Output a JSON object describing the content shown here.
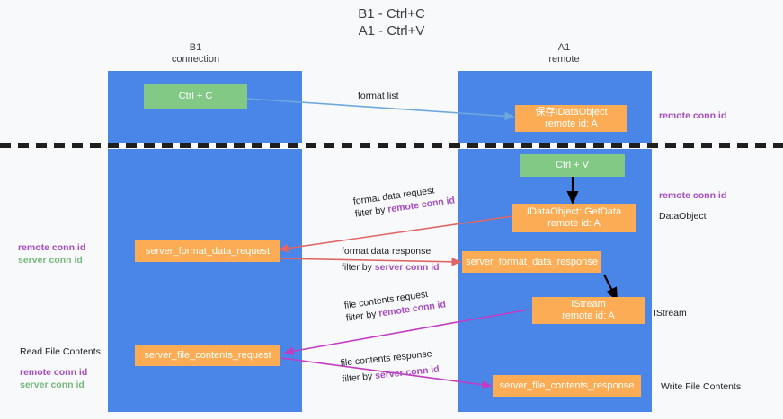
{
  "diagram": {
    "title": "B1 - Ctrl+C\nA1 - Ctrl+V",
    "columns": [
      {
        "name": "column-b1",
        "label": "B1\nconnection"
      },
      {
        "name": "column-a1",
        "label": "A1\nremote"
      }
    ],
    "colors": {
      "lane": "#4a86e8",
      "green_node": "#83c986",
      "orange_node": "#fbac54",
      "blue_arrow": "#6fa8dc",
      "red_arrow": "#e06666",
      "magenta_arrow": "#c33bc3",
      "black_arrow": "#000000",
      "remote_conn_id": "#a64dc4",
      "server_conn_id": "#76b87a",
      "divider": "#1f1f1f",
      "background": "#f8f9fa"
    },
    "nodes": [
      {
        "id": "ctrl-c",
        "label": "Ctrl + C"
      },
      {
        "id": "save-idataobject",
        "label": "保存IDataObject\nremote id: A"
      },
      {
        "id": "ctrl-v",
        "label": "Ctrl + V"
      },
      {
        "id": "idataobject-getdata",
        "label": "IDataObject::GetData\nremote id: A"
      },
      {
        "id": "server-format-data-request",
        "label": "server_format_data_request"
      },
      {
        "id": "server-format-data-response",
        "label": "server_format_data_response"
      },
      {
        "id": "istream",
        "label": "IStream\nremote id: A"
      },
      {
        "id": "server-file-contents-request",
        "label": "server_file_contents_request"
      },
      {
        "id": "server-file-contents-response",
        "label": "server_file_contents_response"
      }
    ],
    "edge_labels": [
      {
        "id": "format-list",
        "line1": "format list",
        "line2": "",
        "line2_hl": ""
      },
      {
        "id": "format-data-request",
        "line1": "format data request",
        "line2": "filter by ",
        "line2_hl": "remote conn id"
      },
      {
        "id": "format-data-response",
        "line1": "format data response",
        "line2": "filter by ",
        "line2_hl": "server conn id"
      },
      {
        "id": "file-contents-request",
        "line1": "file contents request",
        "line2": "filter by ",
        "line2_hl": "remote conn id"
      },
      {
        "id": "file-contents-response",
        "line1": "file contents response",
        "line2": "filter by ",
        "line2_hl": "server conn id"
      }
    ],
    "side_notes": {
      "right_top": {
        "remote": "remote conn id"
      },
      "right_middle": {
        "remote": "remote conn id",
        "plain": "DataObject"
      },
      "right_stream": {
        "plain": "IStream"
      },
      "right_write": {
        "plain": "Write File Contents"
      },
      "left_format": {
        "remote": "remote conn id",
        "server": "server conn id"
      },
      "left_read": {
        "plain": "Read File Contents",
        "remote": "remote conn id",
        "server": "server conn id"
      }
    }
  }
}
